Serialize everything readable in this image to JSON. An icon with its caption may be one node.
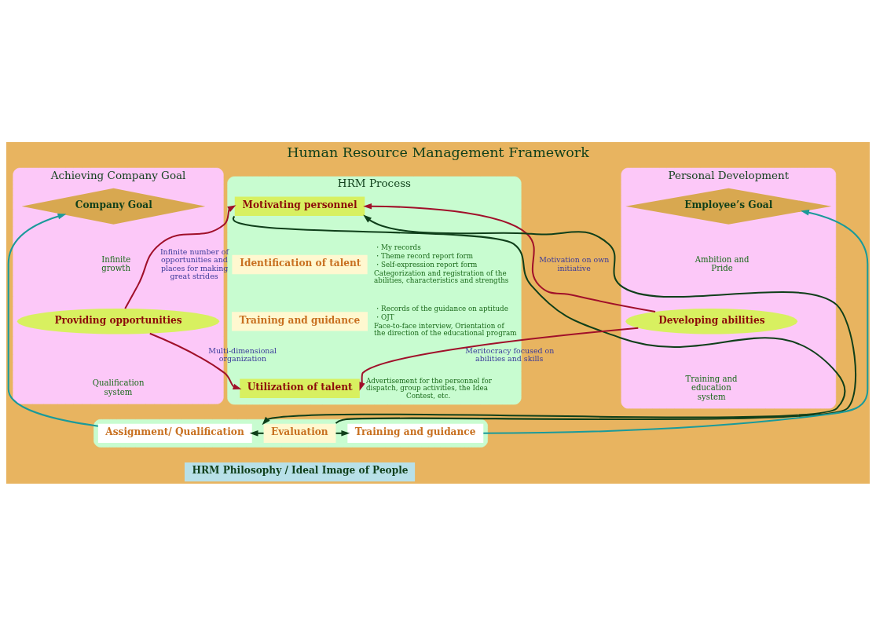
{
  "diagram": {
    "title": "Human Resource Management Framework",
    "nodes": [
      {
        "text": [
          "Achieving Company Goal"
        ]
      },
      {
        "text": [
          "Company Goal"
        ],
        "in": 0
      },
      {
        "text": [
          "Providing opportunities"
        ],
        "in": 0
      },
      {
        "text": [
          "HRM Process"
        ]
      },
      {
        "text": [
          "Motivating personnel"
        ],
        "in": 3
      },
      {
        "text": [
          "Identification of talent"
        ],
        "in": 3,
        "beside": [
          "・My records",
          "・Theme record report form",
          "・Self-expression report form",
          "Categorization and registration of the abilities, characteristics and strengths"
        ]
      },
      {
        "text": [
          "Training and guidance"
        ],
        "in": 3,
        "beside": [
          "・Records of the guidance on aptitude",
          "・OJT",
          "Face-to-face interview, Orientation of the direction of the educational program"
        ]
      },
      {
        "text": [
          "Utilization of talent"
        ],
        "in": 3,
        "beside": [
          "Advertisement for the personnel for dispatch, group activities, the Idea Contest, etc."
        ]
      },
      {
        "text": [
          "Personal Development"
        ]
      },
      {
        "text": [
          "Employee’s Goal"
        ],
        "in": 8
      },
      {
        "text": [
          "Developing abilities"
        ],
        "in": 8
      },
      {
        "text": [],
        "shape": "box"
      },
      {
        "text": [
          "Assignment/ Qualification"
        ],
        "in": 11
      },
      {
        "text": [
          "Evaluation"
        ],
        "in": 11
      },
      {
        "text": [
          "Training and guidance"
        ],
        "in": 11
      },
      {
        "text": [
          "HRM Philosophy / Ideal Image of People"
        ]
      }
    ],
    "edges": [
      {
        "from": 2,
        "to": 4,
        "arrow": "to",
        "label": "Infinite number of opportunities and places for making great strides",
        "color": "#a0102a"
      },
      {
        "from": 2,
        "to": 7,
        "arrow": "to",
        "label": "Multi-dimensional organization",
        "color": "#a0102a"
      },
      {
        "from": 10,
        "to": 4,
        "arrow": "to",
        "label": "Motivation on own initiative",
        "color": "#a0102a"
      },
      {
        "from": 10,
        "to": 7,
        "arrow": "to",
        "label": "Meritocracy focused on abilities and skills",
        "color": "#a0102a"
      },
      {
        "from": 12,
        "to": 1,
        "arrow": "to",
        "color": "#1a9a9a"
      },
      {
        "from": 14,
        "to": 9,
        "arrow": "to",
        "color": "#1a9a9a"
      },
      {
        "from": 13,
        "to": 12,
        "arrow": "to",
        "color": "#0f3f1a"
      },
      {
        "from": 13,
        "to": 14,
        "arrow": "to",
        "color": "#0f3f1a"
      },
      {
        "from": 13,
        "to": 4,
        "arrow": "to",
        "color": "#0f3f1a"
      },
      {
        "from": 4,
        "to": 13,
        "arrow": "to",
        "color": "#0f3f1a"
      }
    ],
    "labels": [
      "Infinite growth",
      "Qualification system",
      "Ambition and Pride",
      "Training and education system"
    ]
  }
}
